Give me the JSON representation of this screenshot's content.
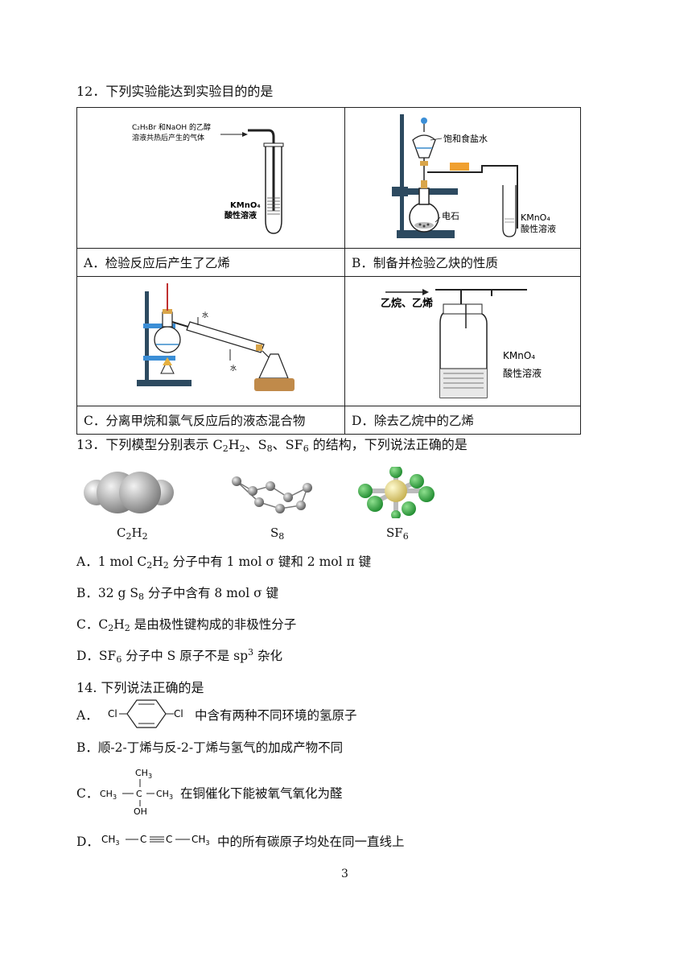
{
  "q12": {
    "stem": "12．下列实验能达到实验目的的是",
    "cells": {
      "a_gas_label_1": "C₂H₅Br 和NaOH 的乙醇",
      "a_gas_label_2": "溶液共热后产生的气体",
      "a_kmno4": "KMnO₄",
      "a_acid": "酸性溶液",
      "b_brine": "饱和食盐水",
      "b_carbide": "电石",
      "b_kmno4": "KMnO₄",
      "b_acid": "酸性溶液",
      "c_water_out": "水",
      "c_water_in": "水",
      "d_gas": "乙烷、乙烯",
      "d_kmno4": "KMnO₄",
      "d_acid": "酸性溶液"
    },
    "options": {
      "A": "A．检验反应后产生了乙烯",
      "B": "B．制备并检验乙炔的性质",
      "C": "C．分离甲烷和氯气反应后的液态混合物",
      "D": "D．除去乙烷中的乙烯"
    }
  },
  "q13": {
    "stem_pre": "13．下列模型分别表示 C",
    "stem_post": "的结构，下列说法正确的是",
    "models": {
      "c2h2": "C",
      "s8": "S",
      "sf6": "SF"
    },
    "options": {
      "A_pre": "A．1 mol C",
      "A_post": "分子中有 1 mol σ 键和 2 mol π 键",
      "B_pre": "B．32 g S",
      "B_post": "分子中含有 8 mol σ 键",
      "C_pre": "C．C",
      "C_post": "是由极性键构成的非极性分子",
      "D_pre": "D．SF",
      "D_mid": "分子中 S 原子不是 sp",
      "D_post": "杂化"
    }
  },
  "q14": {
    "stem": "14. 下列说法正确的是",
    "options": {
      "A_label": "A．",
      "A_text": "中含有两种不同环境的氢原子",
      "B": "B．顺-2-丁烯与反-2-丁烯与氢气的加成产物不同",
      "C_label": "C．",
      "C_text": "在铜催化下能被氧气氧化为醛",
      "D_label": "D．",
      "D_text": "中的所有碳原子均处在同一直线上"
    },
    "structs": {
      "cl": "Cl",
      "ch3": "CH",
      "c": "C",
      "oh": "OH"
    }
  },
  "page_number": "3"
}
